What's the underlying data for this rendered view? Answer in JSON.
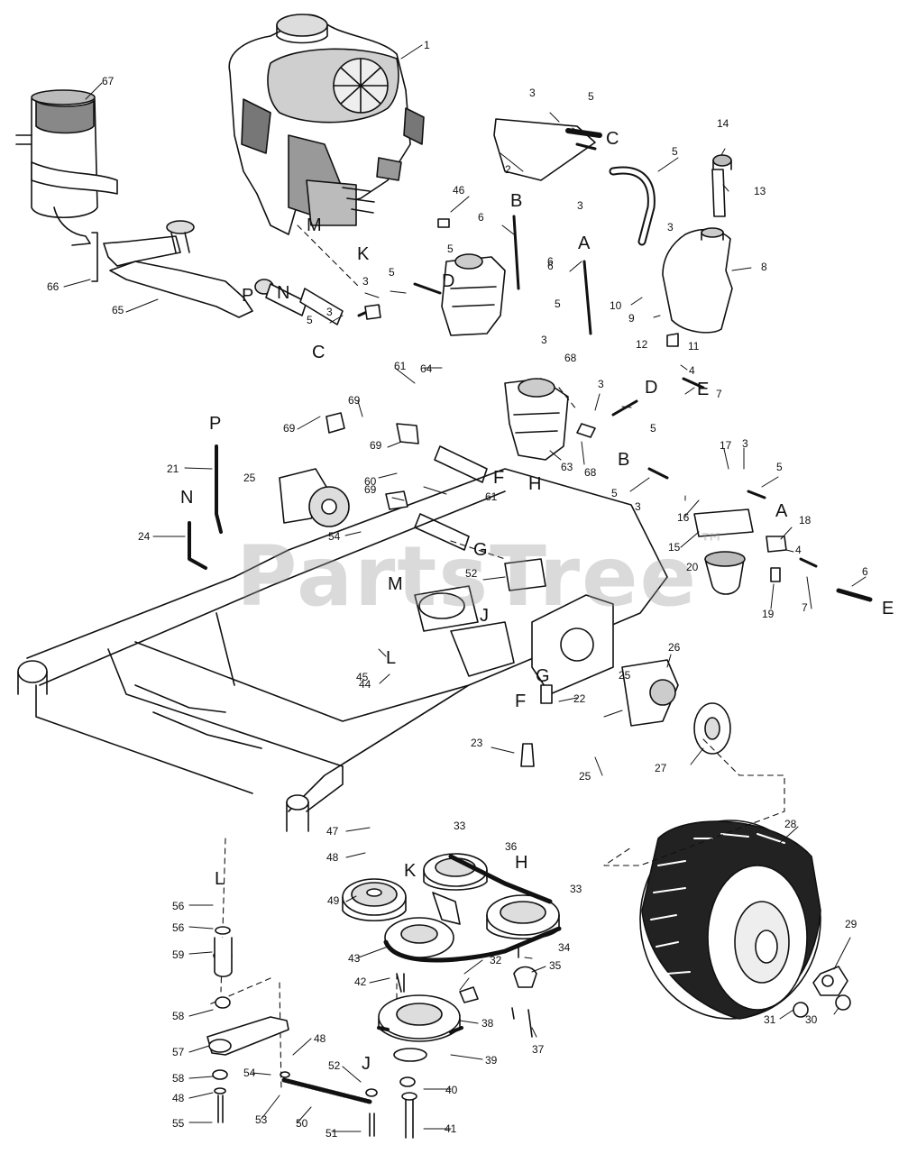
{
  "watermark": {
    "text": "PartsTree",
    "mark": "™"
  },
  "part_numbers": [
    {
      "n": "1"
    },
    {
      "n": "67"
    },
    {
      "n": "66"
    },
    {
      "n": "65"
    },
    {
      "n": "46"
    },
    {
      "n": "5"
    },
    {
      "n": "3"
    },
    {
      "n": "5"
    },
    {
      "n": "2"
    },
    {
      "n": "3"
    },
    {
      "n": "5"
    },
    {
      "n": "14"
    },
    {
      "n": "13"
    },
    {
      "n": "6"
    },
    {
      "n": "6"
    },
    {
      "n": "3"
    },
    {
      "n": "10"
    },
    {
      "n": "9"
    },
    {
      "n": "8"
    },
    {
      "n": "5"
    },
    {
      "n": "3"
    },
    {
      "n": "3"
    },
    {
      "n": "5"
    },
    {
      "n": "64"
    },
    {
      "n": "61"
    },
    {
      "n": "69"
    },
    {
      "n": "69"
    },
    {
      "n": "6"
    },
    {
      "n": "5"
    },
    {
      "n": "3"
    },
    {
      "n": "68"
    },
    {
      "n": "12"
    },
    {
      "n": "11"
    },
    {
      "n": "4"
    },
    {
      "n": "7"
    },
    {
      "n": "3"
    },
    {
      "n": "5"
    },
    {
      "n": "69"
    },
    {
      "n": "60"
    },
    {
      "n": "63"
    },
    {
      "n": "68"
    },
    {
      "n": "61"
    },
    {
      "n": "21"
    },
    {
      "n": "25"
    },
    {
      "n": "69"
    },
    {
      "n": "54"
    },
    {
      "n": "24"
    },
    {
      "n": "5"
    },
    {
      "n": "3"
    },
    {
      "n": "16"
    },
    {
      "n": "17"
    },
    {
      "n": "3"
    },
    {
      "n": "5"
    },
    {
      "n": "15"
    },
    {
      "n": "18"
    },
    {
      "n": "4"
    },
    {
      "n": "20"
    },
    {
      "n": "19"
    },
    {
      "n": "7"
    },
    {
      "n": "6"
    },
    {
      "n": "52"
    },
    {
      "n": "45"
    },
    {
      "n": "44"
    },
    {
      "n": "26"
    },
    {
      "n": "25"
    },
    {
      "n": "22"
    },
    {
      "n": "23"
    },
    {
      "n": "25"
    },
    {
      "n": "27"
    },
    {
      "n": "28"
    },
    {
      "n": "47"
    },
    {
      "n": "48"
    },
    {
      "n": "33"
    },
    {
      "n": "36"
    },
    {
      "n": "33"
    },
    {
      "n": "49"
    },
    {
      "n": "56"
    },
    {
      "n": "56"
    },
    {
      "n": "59"
    },
    {
      "n": "43"
    },
    {
      "n": "34"
    },
    {
      "n": "42"
    },
    {
      "n": "32"
    },
    {
      "n": "35"
    },
    {
      "n": "29"
    },
    {
      "n": "38"
    },
    {
      "n": "37"
    },
    {
      "n": "31"
    },
    {
      "n": "30"
    },
    {
      "n": "58"
    },
    {
      "n": "57"
    },
    {
      "n": "48"
    },
    {
      "n": "39"
    },
    {
      "n": "58"
    },
    {
      "n": "54"
    },
    {
      "n": "52"
    },
    {
      "n": "48"
    },
    {
      "n": "40"
    },
    {
      "n": "53"
    },
    {
      "n": "50"
    },
    {
      "n": "55"
    },
    {
      "n": "51"
    },
    {
      "n": "41"
    }
  ],
  "ref_letters": [
    {
      "t": "M"
    },
    {
      "t": "K"
    },
    {
      "t": "C"
    },
    {
      "t": "B"
    },
    {
      "t": "A"
    },
    {
      "t": "D"
    },
    {
      "t": "C"
    },
    {
      "t": "P"
    },
    {
      "t": "N"
    },
    {
      "t": "D"
    },
    {
      "t": "E"
    },
    {
      "t": "P"
    },
    {
      "t": "F"
    },
    {
      "t": "H"
    },
    {
      "t": "B"
    },
    {
      "t": "N"
    },
    {
      "t": "G"
    },
    {
      "t": "A"
    },
    {
      "t": "M"
    },
    {
      "t": "J"
    },
    {
      "t": "E"
    },
    {
      "t": "L"
    },
    {
      "t": "G"
    },
    {
      "t": "F"
    },
    {
      "t": "K"
    },
    {
      "t": "H"
    },
    {
      "t": "L"
    },
    {
      "t": "J"
    }
  ]
}
